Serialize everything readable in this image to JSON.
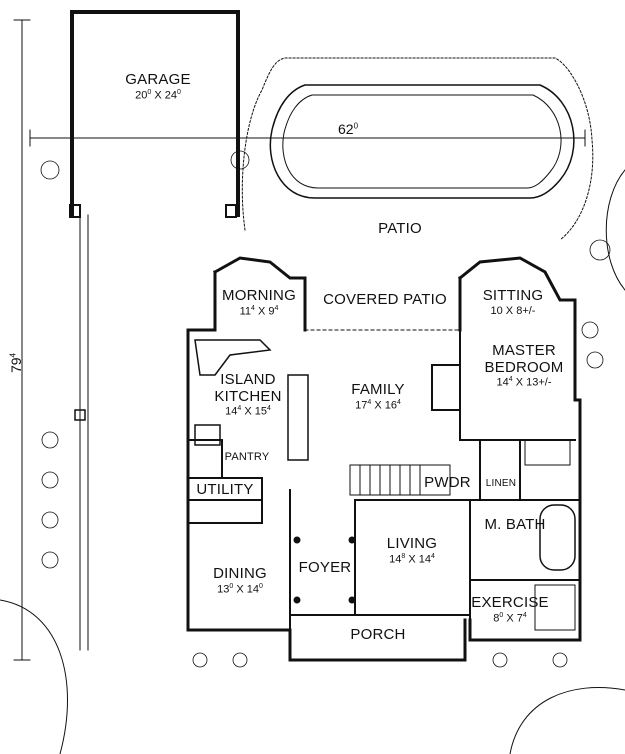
{
  "rooms": {
    "garage": {
      "name": "GARAGE",
      "w": "20",
      "wf": "0",
      "l": "24",
      "lf": "0"
    },
    "patio": {
      "name": "PATIO"
    },
    "morning": {
      "name": "MORNING",
      "w": "11",
      "wf": "4",
      "l": "9",
      "lf": "4"
    },
    "covered": {
      "name": "COVERED PATIO"
    },
    "sitting": {
      "name": "SITTING",
      "dims": "10 X 8+/-"
    },
    "master": {
      "name1": "MASTER",
      "name2": "BEDROOM",
      "w": "14",
      "wf": "4",
      "l": "13+/-"
    },
    "kitchen": {
      "name1": "ISLAND",
      "name2": "KITCHEN",
      "w": "14",
      "wf": "4",
      "l": "15",
      "lf": "4"
    },
    "family": {
      "name": "FAMILY",
      "w": "17",
      "wf": "4",
      "l": "16",
      "lf": "4"
    },
    "pantry": {
      "name": "PANTRY"
    },
    "utility": {
      "name": "UTILITY"
    },
    "pwdr": {
      "name": "PWDR"
    },
    "linen": {
      "name": "LINEN"
    },
    "mbath": {
      "name": "M. BATH"
    },
    "living": {
      "name": "LIVING",
      "w": "14",
      "wf": "8",
      "l": "14",
      "lf": "4"
    },
    "foyer": {
      "name": "FOYER"
    },
    "dining": {
      "name": "DINING",
      "w": "13",
      "wf": "0",
      "l": "14",
      "lf": "0"
    },
    "exercise": {
      "name": "EXERCISE",
      "w": "8",
      "wf": "0",
      "l": "7",
      "lf": "4"
    },
    "porch": {
      "name": "PORCH"
    }
  },
  "dimensions": {
    "width": {
      "main": "62",
      "frac": "0"
    },
    "depth": {
      "main": "79",
      "frac": "4"
    }
  }
}
